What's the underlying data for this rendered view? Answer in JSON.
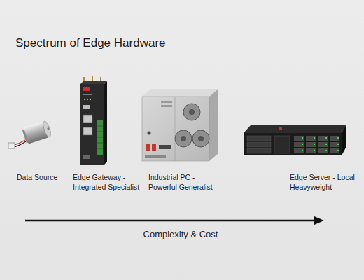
{
  "diagram": {
    "title": "Spectrum of Edge Hardware",
    "labels": [
      "Data Source",
      "Edge Gateway - Integrated Specialist",
      "Industrial PC - Powerful Generalist",
      "Edge Server - Local Heavyweight",
      "Complexity & Cost"
    ]
  }
}
